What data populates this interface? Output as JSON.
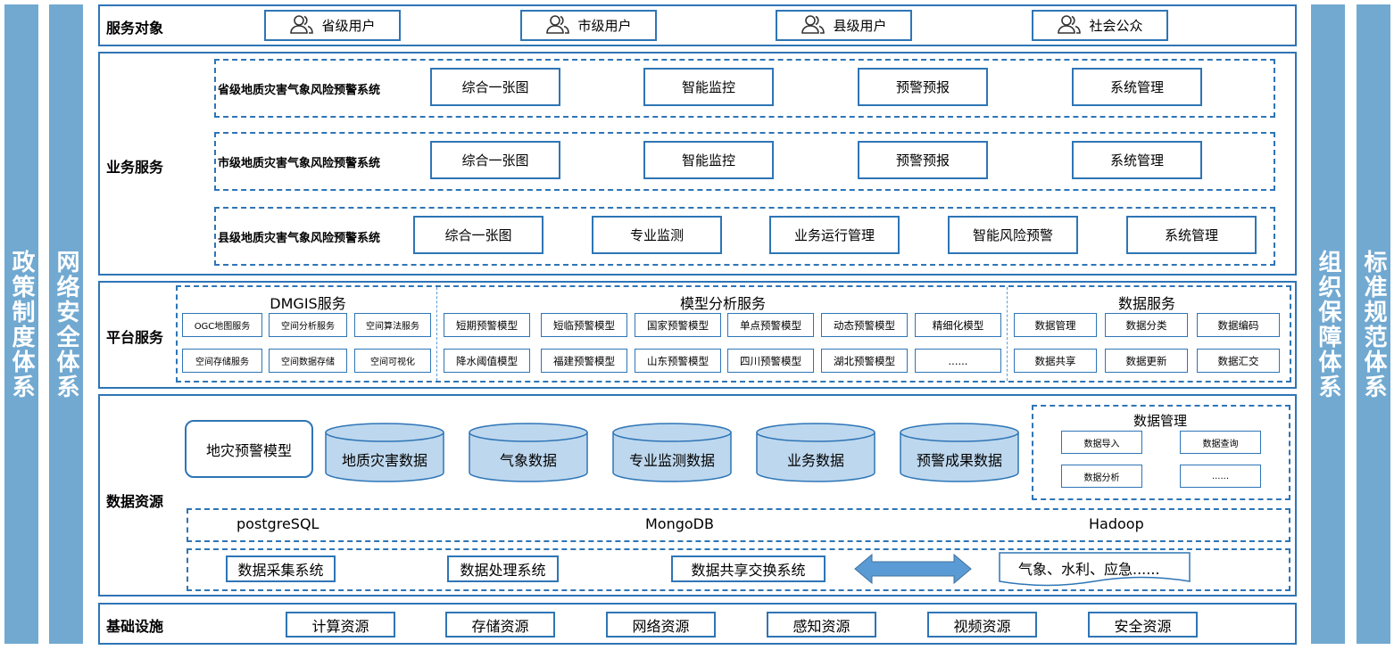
{
  "side_left": [
    "政策制度体系",
    "网络安全体系"
  ],
  "side_right": [
    "组织保障体系",
    "标准规范体系"
  ],
  "service_objects": {
    "label": "服务对象",
    "items": [
      "省级用户",
      "市级用户",
      "县级用户",
      "社会公众"
    ],
    "icon": "user-group-icon"
  },
  "business": {
    "label": "业务服务",
    "groups": [
      {
        "title": "省级地质灾害气象风险预警系统",
        "items": [
          "综合一张图",
          "智能监控",
          "预警预报",
          "系统管理"
        ]
      },
      {
        "title": "市级地质灾害气象风险预警系统",
        "items": [
          "综合一张图",
          "智能监控",
          "预警预报",
          "系统管理"
        ]
      },
      {
        "title": "县级地质灾害气象风险预警系统",
        "items": [
          "综合一张图",
          "专业监测",
          "业务运行管理",
          "智能风险预警",
          "系统管理"
        ]
      }
    ]
  },
  "platform": {
    "label": "平台服务",
    "dmgis": {
      "title": "DMGIS服务",
      "items": [
        "OGC地图服务",
        "空间分析服务",
        "空间算法服务",
        "空间存储服务",
        "空间数据存储",
        "空间可视化"
      ]
    },
    "model": {
      "title": "模型分析服务",
      "items": [
        "短期预警模型",
        "短临预警模型",
        "国家预警模型",
        "单点预警模型",
        "动态预警模型",
        "精细化模型",
        "降水阈值模型",
        "福建预警模型",
        "山东预警模型",
        "四川预警模型",
        "湖北预警模型",
        "......"
      ]
    },
    "data": {
      "title": "数据服务",
      "items": [
        "数据管理",
        "数据分类",
        "数据编码",
        "数据共享",
        "数据更新",
        "数据汇交"
      ]
    }
  },
  "resources": {
    "label": "数据资源",
    "model_box": "地灾预警模型",
    "databases": [
      "地质灾害数据",
      "气象数据",
      "专业监测数据",
      "业务数据",
      "预警成果数据"
    ],
    "data_mgmt": {
      "title": "数据管理",
      "items": [
        "数据导入",
        "数据查询",
        "数据分析",
        "......"
      ]
    },
    "engines": [
      "postgreSQL",
      "MongoDB",
      "Hadoop"
    ],
    "systems": [
      "数据采集系统",
      "数据处理系统",
      "数据共享交换系统"
    ],
    "external": "气象、水利、应急......"
  },
  "infra": {
    "label": "基础设施",
    "items": [
      "计算资源",
      "存储资源",
      "网络资源",
      "感知资源",
      "视频资源",
      "安全资源"
    ]
  },
  "colors": {
    "side": "#71a9d1",
    "border": "#2e75b6",
    "cylinder": "#bdd7ee",
    "arrow": "#5b9bd5"
  }
}
